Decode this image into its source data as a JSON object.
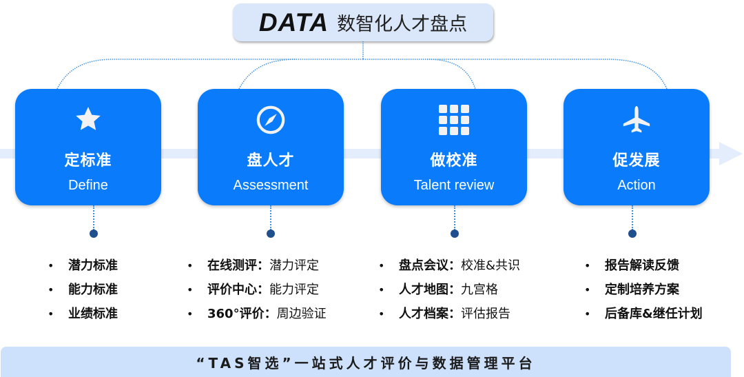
{
  "title": {
    "en": "DATA",
    "cn": "数智化人才盘点"
  },
  "colors": {
    "card": "#0a7cfb",
    "title_bg": "#dae7fa",
    "footer_bg": "#cee1fc",
    "dot": "#1f4f8c",
    "connector": "#3a8fe8",
    "flow_arrow": "#e3edfb"
  },
  "stages": [
    {
      "icon": "star-icon",
      "cn": "定标准",
      "en": "Define",
      "items": [
        {
          "bold": "潜力标准",
          "text": ""
        },
        {
          "bold": "能力标准",
          "text": ""
        },
        {
          "bold": "业绩标准",
          "text": ""
        }
      ]
    },
    {
      "icon": "compass-icon",
      "cn": "盘人才",
      "en": "Assessment",
      "items": [
        {
          "bold": "在线测评：",
          "text": "潜力评定"
        },
        {
          "bold": "评价中心：",
          "text": "能力评定"
        },
        {
          "bold": "360°评价：",
          "text": "周边验证"
        }
      ]
    },
    {
      "icon": "grid-icon",
      "cn": "做校准",
      "en": "Talent review",
      "items": [
        {
          "bold": "盘点会议：",
          "text": "校准&共识"
        },
        {
          "bold": "人才地图：",
          "text": "九宫格"
        },
        {
          "bold": "人才档案：",
          "text": "评估报告"
        }
      ]
    },
    {
      "icon": "airplane-icon",
      "cn": "促发展",
      "en": "Action",
      "items": [
        {
          "bold": "报告解读反馈",
          "text": ""
        },
        {
          "bold": "定制培养方案",
          "text": ""
        },
        {
          "bold": "后备库&继任计划",
          "text": ""
        }
      ]
    }
  ],
  "footer": {
    "text": "“TAS智选”一站式人才评价与数据管理平台"
  }
}
